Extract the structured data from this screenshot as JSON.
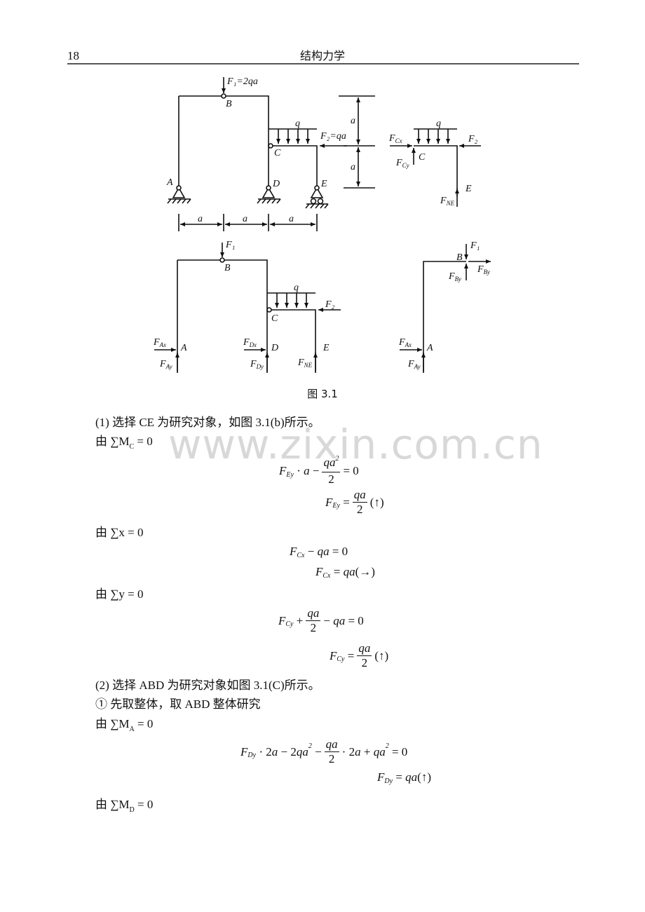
{
  "header": {
    "page_number": "18",
    "title": "结构力学"
  },
  "figure": {
    "caption": "图 3.1",
    "labels": {
      "F1_eq": "F₁=2qa",
      "F1": "F₁",
      "F2_eq": "F₂=qa",
      "F2": "F₂",
      "B": "B",
      "C": "C",
      "A": "A",
      "D": "D",
      "E": "E",
      "q": "q",
      "a": "a",
      "FCx": "F",
      "FCx_sub": "Cx",
      "FCy": "F",
      "FCy_sub": "Cy",
      "FNE": "F",
      "FNE_sub": "NE",
      "FAx": "F",
      "FAx_sub": "Ax",
      "FAy": "F",
      "FAy_sub": "Ay",
      "FDx": "F",
      "FDx_sub": "Dx",
      "FDy": "F",
      "FDy_sub": "Dy",
      "FBy": "F",
      "FBy_sub": "By"
    }
  },
  "watermark": "www.zixin.com.cn",
  "text": {
    "step1": "(1)   选择 CE 为研究对象，如图 3.1(b)所示。",
    "by_MC": "由 ∑M",
    "by_MC_sub": "C",
    "by_x": "由 ∑x = 0",
    "by_y": "由 ∑y = 0",
    "step2": "(2)   选择 ABD 为研究对象如图 3.1(C)所示。",
    "step2a": "①   先取整体，取 ABD 整体研究",
    "by_MA": "由 ∑M",
    "by_MA_sub": "A",
    "by_MD": "由 ∑M",
    "by_MD_sub": "D",
    "eq_zero": " = 0"
  },
  "equations": {
    "e1": "F_Ey · a − qa²/2 = 0",
    "e2": "F_Ey = qa/2 (↑)",
    "e3": "F_Cx − qa = 0",
    "e4": "F_Cx = qa(→)",
    "e5": "F_Cy + qa/2 − qa = 0",
    "e6": "F_Cy = qa/2 (↑)",
    "e7": "F_Dy · 2a − 2qa² − qa/2 · 2a + qa² = 0",
    "e8": "F_Dy = qa(↑)"
  }
}
